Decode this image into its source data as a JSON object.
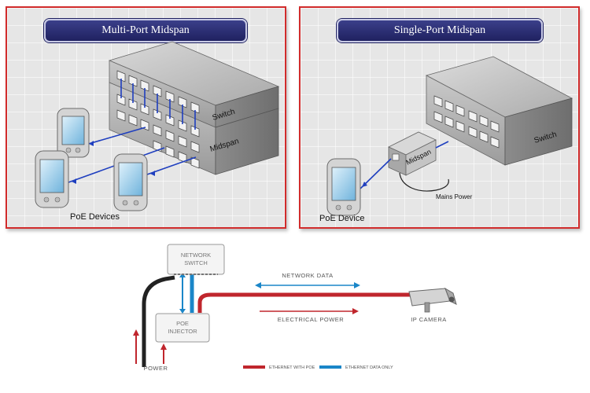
{
  "multi_port": {
    "title": "Multi-Port Midspan",
    "switch_label": "Switch",
    "midspan_label": "Midspan",
    "devices_label": "PoE Devices"
  },
  "single_port": {
    "title": "Single-Port Midspan",
    "switch_label": "Switch",
    "midspan_label": "Midspan",
    "mains_label": "Mains Power",
    "device_label": "PoE Device"
  },
  "poe_diagram": {
    "network_switch": "NETWORK\nSWITCH",
    "poe_injector": "POE\nINJECTOR",
    "network_data": "NETWORK DATA",
    "electrical_power": "ELECTRICAL POWER",
    "ip_camera": "IP CAMERA",
    "power": "POWER",
    "legend_poe": "ETHERNET WITH POE",
    "legend_data": "ETHERNET DATA ONLY"
  },
  "colors": {
    "panel_border": "#d12c2c",
    "title_bg": "#2b2e74",
    "poe_cable": "#c0262d",
    "data_cable": "#1a86c8",
    "power_cable": "#222222",
    "link_line": "#1f3fbf"
  }
}
